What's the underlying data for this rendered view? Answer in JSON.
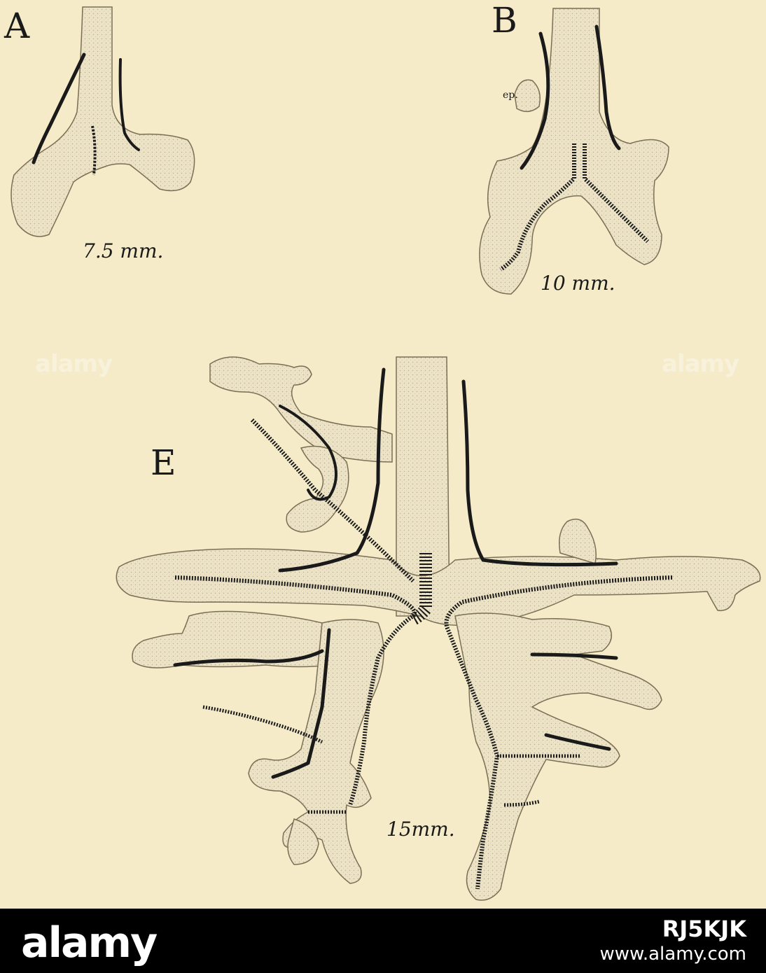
{
  "figure": {
    "panels": [
      {
        "letter": "A",
        "scale": "7.5 mm."
      },
      {
        "letter": "B",
        "scale": "10 mm.",
        "annotation": "ep."
      },
      {
        "letter": "E",
        "scale": "15mm."
      }
    ]
  },
  "watermark": {
    "text": "alamy"
  },
  "footer": {
    "brand": "alamy",
    "image_id": "RJ5KJK",
    "site": "www.alamy.com"
  },
  "colors": {
    "paper": "#f5ebc9",
    "ink": "#1a1a1a",
    "lung": "#ece2c2",
    "footer": "#000000"
  }
}
